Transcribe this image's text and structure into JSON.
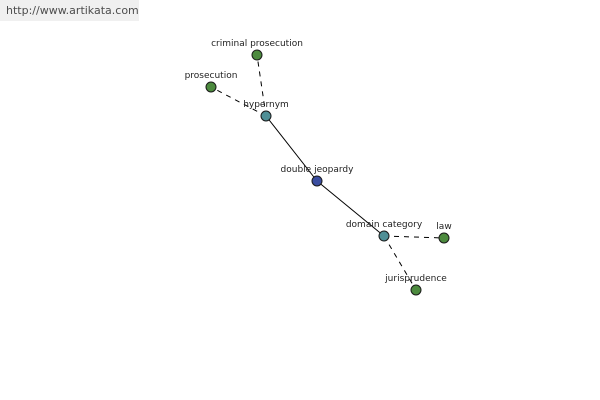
{
  "watermark": {
    "text": "http://www.artikata.com"
  },
  "colors": {
    "center": "#3b4ea0",
    "relation": "#4f8f96",
    "term": "#4c8a3e"
  },
  "graph": {
    "nodes": [
      {
        "id": "double-jeopardy",
        "label": "double jeopardy",
        "kind": "center"
      },
      {
        "id": "hypernym",
        "label": "hypernym",
        "kind": "relation"
      },
      {
        "id": "domain-category",
        "label": "domain category",
        "kind": "relation"
      },
      {
        "id": "criminal-prosecution",
        "label": "criminal prosecution",
        "kind": "term"
      },
      {
        "id": "prosecution",
        "label": "prosecution",
        "kind": "term"
      },
      {
        "id": "law",
        "label": "law",
        "kind": "term"
      },
      {
        "id": "jurisprudence",
        "label": "jurisprudence",
        "kind": "term"
      }
    ],
    "edges": [
      {
        "from": "double-jeopardy",
        "to": "hypernym",
        "style": "solid"
      },
      {
        "from": "double-jeopardy",
        "to": "domain-category",
        "style": "solid"
      },
      {
        "from": "hypernym",
        "to": "criminal-prosecution",
        "style": "dashed"
      },
      {
        "from": "hypernym",
        "to": "prosecution",
        "style": "dashed"
      },
      {
        "from": "domain-category",
        "to": "law",
        "style": "dashed"
      },
      {
        "from": "domain-category",
        "to": "jurisprudence",
        "style": "dashed"
      }
    ]
  }
}
